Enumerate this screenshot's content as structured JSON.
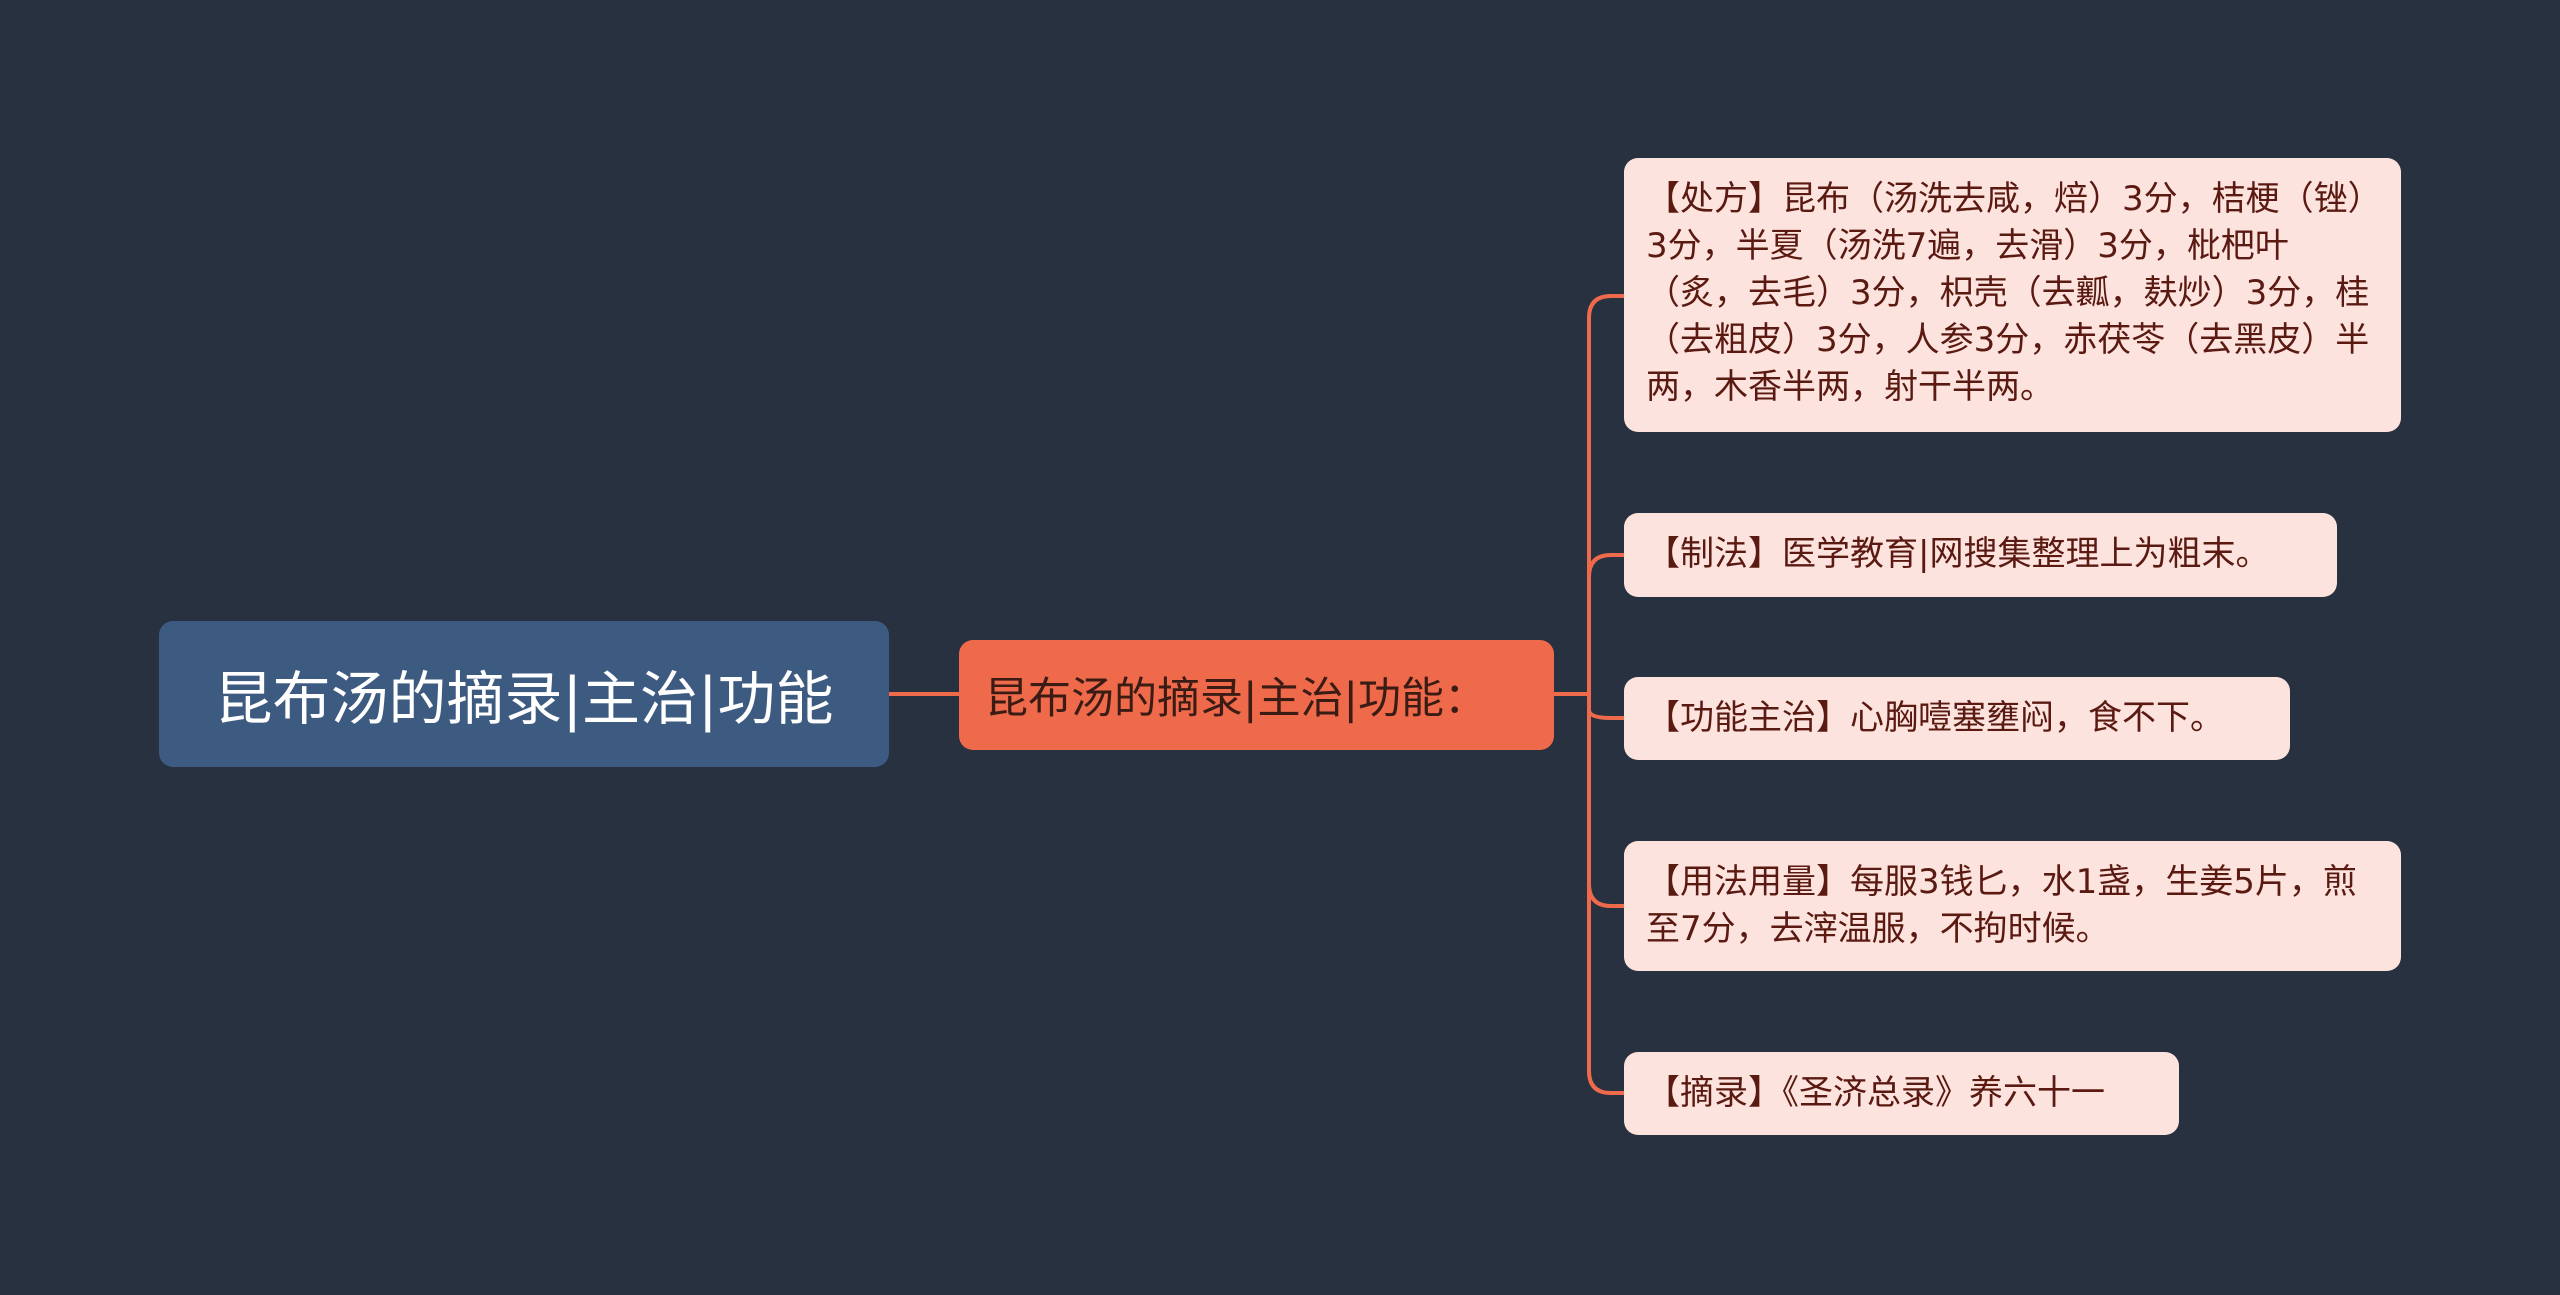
{
  "root": {
    "label": "昆布汤的摘录|主治|功能"
  },
  "branch": {
    "label": "昆布汤的摘录|主治|功能："
  },
  "leaves": [
    {
      "text": "【处方】昆布（汤洗去咸，焙）3分，桔梗（锉）3分，半夏（汤洗7遍，去滑）3分，枇杷叶（炙，去毛）3分，枳壳（去瓤，麸炒）3分，桂（去粗皮）3分，人参3分，赤茯苓（去黑皮）半两，木香半两，射干半两。"
    },
    {
      "text": "【制法】医学教育|网搜集整理上为粗末。"
    },
    {
      "text": "【功能主治】心胸噎塞壅闷，食不下。"
    },
    {
      "text": "【用法用量】每服3钱匕，水1盏，生姜5片，煎至7分，去滓温服，不拘时候。"
    },
    {
      "text": "【摘录】《圣济总录》养六十一"
    }
  ],
  "colors": {
    "background": "#283140",
    "root_fill": "#3d5a80",
    "branch_fill": "#ef6a4b",
    "leaf_fill": "#fde3dd",
    "connector": "#ef6a4b"
  }
}
